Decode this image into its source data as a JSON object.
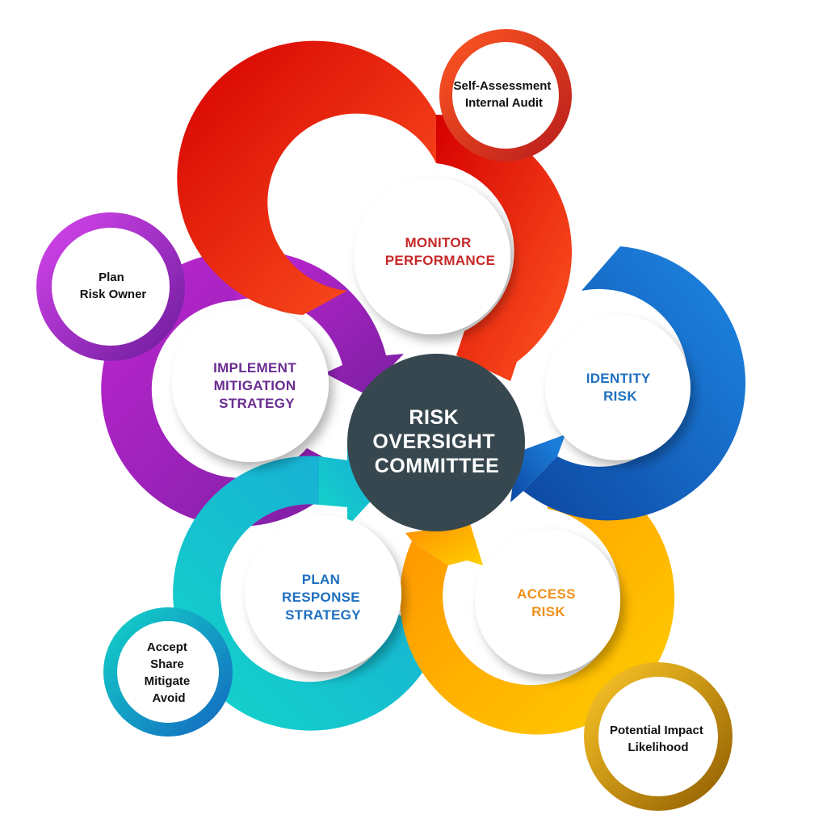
{
  "center": {
    "lines": [
      "RISK",
      "OVERSIGHT",
      "COMMITTEE"
    ],
    "color": "#37474f"
  },
  "stages": [
    {
      "id": "monitor",
      "lines": [
        "MONITOR",
        "PERFORMANCE"
      ],
      "text_color": "#c62828",
      "ring_gradient": [
        "#d50000",
        "#ff5722"
      ],
      "note": [
        "Self-Assessment",
        "Internal Audit"
      ]
    },
    {
      "id": "identity",
      "lines": [
        "IDENTITY",
        "RISK"
      ],
      "text_color": "#1e6fbe",
      "ring_gradient": [
        "#0d47a1",
        "#1e88e5"
      ],
      "note": []
    },
    {
      "id": "access",
      "lines": [
        "ACCESS",
        "RISK"
      ],
      "text_color": "#f0901a",
      "ring_gradient": [
        "#ff9800",
        "#ffd000"
      ],
      "note": [
        "Potential Impact",
        "Likelihood"
      ]
    },
    {
      "id": "plan",
      "lines": [
        "PLAN",
        "RESPONSE",
        "STRATEGY"
      ],
      "text_color": "#1e6fbe",
      "ring_gradient": [
        "#1aa6d8",
        "#12d6c8"
      ],
      "note": [
        "Accept",
        "Share",
        "Mitigate",
        "Avoid"
      ]
    },
    {
      "id": "implement",
      "lines": [
        "IMPLEMENT",
        "MITIGATION",
        "STRATEGY"
      ],
      "text_color": "#6a2c91",
      "ring_gradient": [
        "#7b1fa2",
        "#c026d3"
      ],
      "note": [
        "Plan",
        "Risk Owner"
      ]
    }
  ]
}
